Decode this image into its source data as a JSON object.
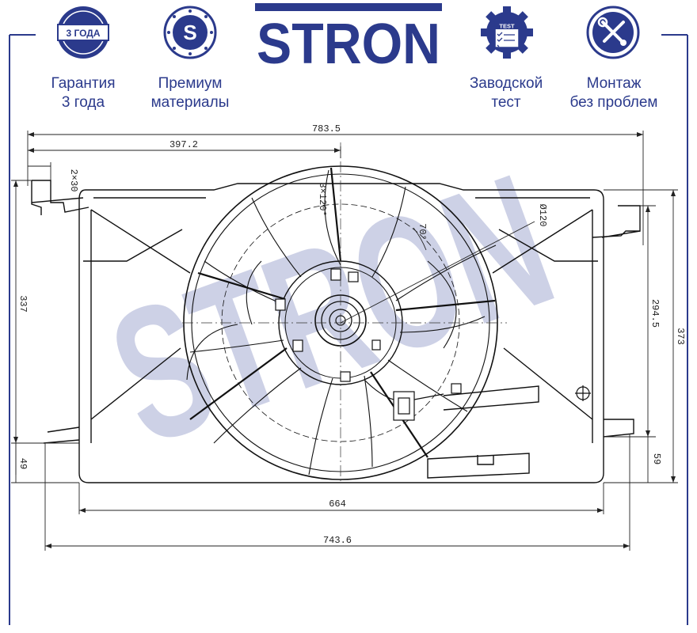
{
  "brand": {
    "name": "STRON",
    "color": "#2b3a8c",
    "watermark_color": "#c5c9e2"
  },
  "badges": [
    {
      "icon": "warranty-badge-icon",
      "badge_text": "3 ГОДА",
      "line1": "Гарантия",
      "line2": "3 года"
    },
    {
      "icon": "premium-s-icon",
      "badge_text": "S",
      "line1": "Премиум",
      "line2": "материалы"
    },
    {
      "icon": "factory-test-gear-icon",
      "badge_text": "TEST",
      "line1": "Заводской",
      "line2": "тест"
    },
    {
      "icon": "tools-icon",
      "line1": "Монтаж",
      "line2": "без проблем"
    }
  ],
  "dimensions": {
    "overall_width": "783.5",
    "half_width": "397.2",
    "bracket": "2×30",
    "blade_pitch": "3×120°",
    "hub_diameter": "Ø120",
    "angle": "70°",
    "left_height": "337",
    "right_height": "294.5",
    "total_height": "373",
    "left_bottom": "49",
    "right_bottom": "59",
    "inner_width": "664",
    "base_width": "743.6"
  }
}
